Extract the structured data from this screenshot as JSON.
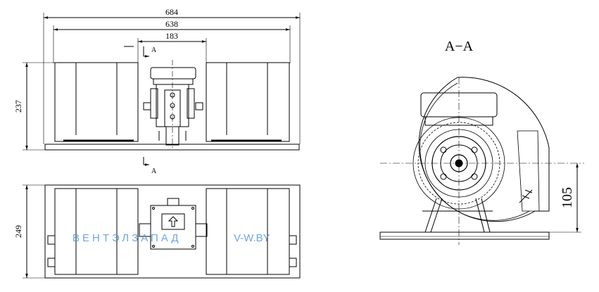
{
  "dimensions": {
    "overall_width": "684",
    "mount_width": "638",
    "motor_width": "183",
    "height": "237",
    "depth": "249",
    "axis_height": "105"
  },
  "section": {
    "marker": "A",
    "marker_bottom": "A",
    "view_title": "A−A"
  },
  "watermark": {
    "brand": "ВЕНТЭЛЗАПАД",
    "site": "V-W.BY"
  }
}
